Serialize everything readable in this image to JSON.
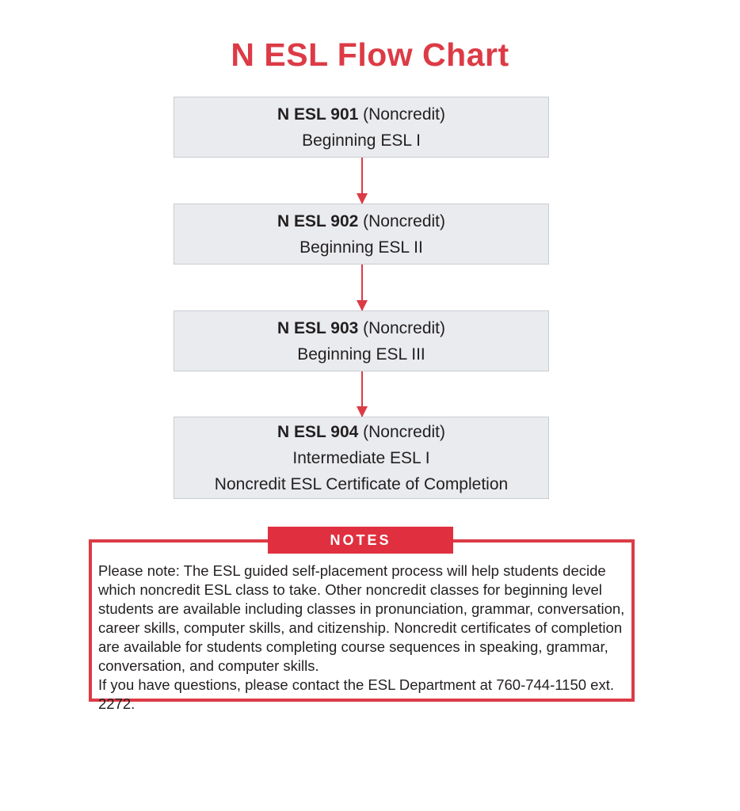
{
  "page": {
    "title": "N ESL Flow Chart",
    "background_color": "#ffffff",
    "accent_red": "#DC3B46",
    "banner_red": "#E0303F",
    "box_fill": "#e9ebee",
    "box_border": "#c9ccd1",
    "text_color": "#231f20"
  },
  "chart_data": {
    "type": "diagram",
    "title": "N ESL Flow Chart",
    "orientation": "vertical",
    "connector": "downward-arrow",
    "nodes": [
      {
        "id": "n-esl-901",
        "code": "N ESL 901",
        "credit_status": "(Noncredit)",
        "lines": [
          "Beginning ESL I"
        ]
      },
      {
        "id": "n-esl-902",
        "code": "N ESL 902",
        "credit_status": "(Noncredit)",
        "lines": [
          "Beginning ESL II"
        ]
      },
      {
        "id": "n-esl-903",
        "code": "N ESL 903",
        "credit_status": "(Noncredit)",
        "lines": [
          "Beginning ESL III"
        ]
      },
      {
        "id": "n-esl-904",
        "code": "N ESL 904",
        "credit_status": "(Noncredit)",
        "lines": [
          "Intermediate ESL I",
          "Noncredit ESL Certificate of Completion"
        ]
      }
    ],
    "edges": [
      {
        "from": "n-esl-901",
        "to": "n-esl-902"
      },
      {
        "from": "n-esl-902",
        "to": "n-esl-903"
      },
      {
        "from": "n-esl-903",
        "to": "n-esl-904"
      }
    ]
  },
  "boxes": [
    {
      "code": "N ESL 901",
      "paren": " (Noncredit)",
      "line2": "Beginning ESL I",
      "line3": ""
    },
    {
      "code": "N ESL 902",
      "paren": " (Noncredit)",
      "line2": "Beginning ESL II",
      "line3": ""
    },
    {
      "code": "N ESL 903",
      "paren": " (Noncredit)",
      "line2": "Beginning ESL III",
      "line3": ""
    },
    {
      "code": "N ESL 904",
      "paren": " (Noncredit)",
      "line2": "Intermediate ESL I",
      "line3": "Noncredit ESL Certificate of Completion"
    }
  ],
  "notes": {
    "banner_label": "NOTES",
    "paragraph_1": "Please note: The ESL guided self-placement process will help students decide which noncredit ESL class to take. Other noncredit classes for beginning level students are available including classes in pronunciation, grammar, conversation, career skills, computer skills, and citizenship. Noncredit certificates of completion are available for students completing course sequences in speaking, grammar, conversation, and computer skills.",
    "paragraph_2": "If you have questions, please contact the ESL Department at 760-744-1150 ext. 2272."
  }
}
